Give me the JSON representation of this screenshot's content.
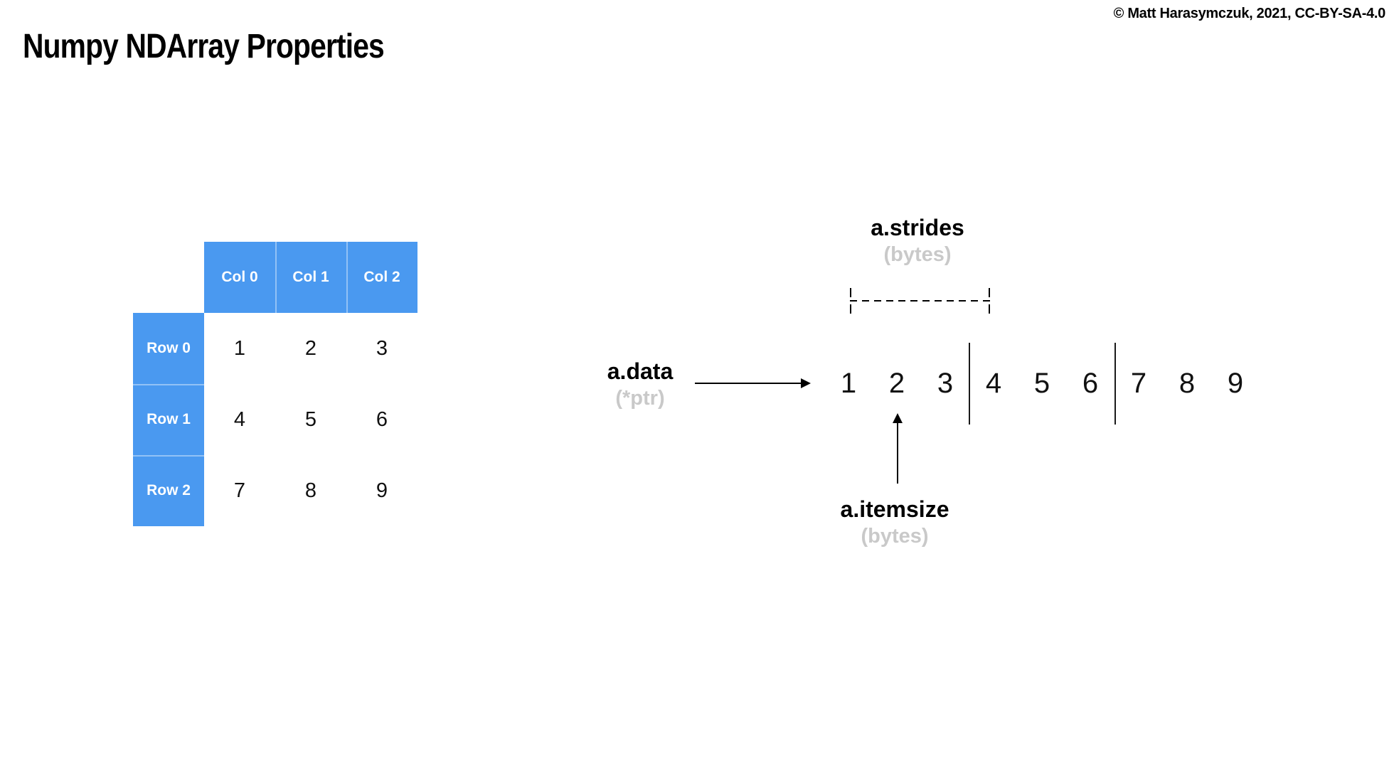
{
  "slide": {
    "title": "Numpy NDArray Properties",
    "copyright": "© Matt Harasymczuk, 2021, CC-BY-SA-4.0"
  },
  "table": {
    "col_headers": [
      "Col 0",
      "Col 1",
      "Col 2"
    ],
    "row_headers": [
      "Row 0",
      "Row 1",
      "Row 2"
    ],
    "values": [
      [
        "1",
        "2",
        "3"
      ],
      [
        "4",
        "5",
        "6"
      ],
      [
        "7",
        "8",
        "9"
      ]
    ]
  },
  "memory": {
    "cells": [
      "1",
      "2",
      "3",
      "4",
      "5",
      "6",
      "7",
      "8",
      "9"
    ],
    "group_size": 3
  },
  "annotations": {
    "data": {
      "label": "a.data",
      "sub": "(*ptr)"
    },
    "strides": {
      "label": "a.strides",
      "sub": "(bytes)"
    },
    "itemsize": {
      "label": "a.itemsize",
      "sub": "(bytes)"
    }
  },
  "colors": {
    "table_header_blue": "#4A99F0",
    "muted_gray": "#C9C9C9",
    "text_black": "#000000"
  }
}
